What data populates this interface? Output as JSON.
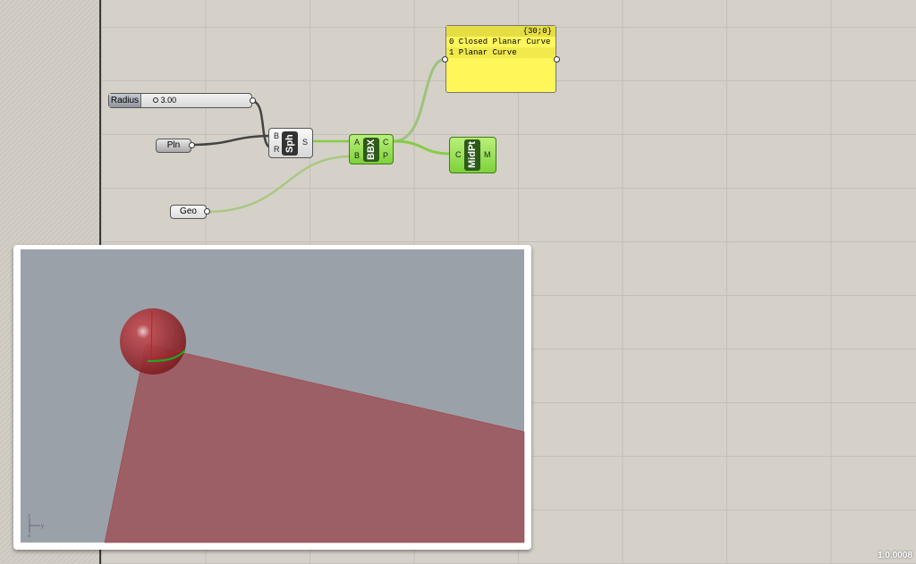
{
  "params": {
    "radius_label": "Radius",
    "radius_value": "3.00",
    "plane_label": "Pln",
    "geo_label": "Geo"
  },
  "sphere": {
    "nickname": "Sph",
    "inputs": [
      "B",
      "R"
    ],
    "outputs": [
      "S"
    ]
  },
  "bbx": {
    "nickname": "BBX",
    "inputs": [
      "A",
      "B"
    ],
    "outputs": [
      "C",
      "P"
    ]
  },
  "midpt": {
    "nickname": "MidPt",
    "inputs": [
      "C"
    ],
    "outputs": [
      "M"
    ]
  },
  "panel": {
    "path": "{30;0}",
    "rows": [
      "0 Closed Planar Curve",
      "1 Planar Curve"
    ]
  },
  "axes": {
    "z": "z",
    "y": "y",
    "x": "x"
  },
  "version": "1.0.0008"
}
